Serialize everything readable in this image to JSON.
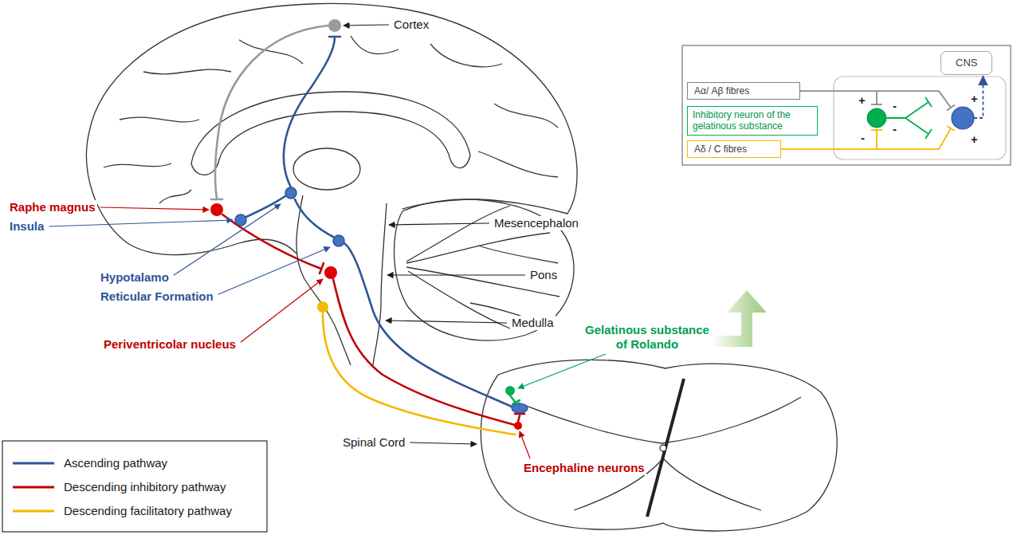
{
  "diagram": {
    "nodes": [
      {
        "text": [
          "CNS"
        ]
      },
      {
        "text": [
          "Aα/ Aβ fibres"
        ]
      },
      {
        "text": [
          "Inhibitory neuron of the gelatinous substance"
        ]
      },
      {
        "text": [
          "Aδ / C fibres"
        ]
      }
    ],
    "labels": [
      "Cortex",
      "Raphe magnus",
      "Insula",
      "Hypotalamo",
      "Reticular Formation",
      "Periventricolar nucleus",
      "Mesencephalon",
      "Pons",
      "Medulla",
      "Gelatinous substance of Rolando",
      "Spinal Cord",
      "Encephaline neurons",
      "+",
      "-",
      "+",
      "-",
      "-",
      "+"
    ],
    "legend": [
      {
        "text": "Ascending pathway"
      },
      {
        "text": "Descending inhibitory pathway"
      },
      {
        "text": "Descending facilitatory pathway"
      }
    ]
  }
}
